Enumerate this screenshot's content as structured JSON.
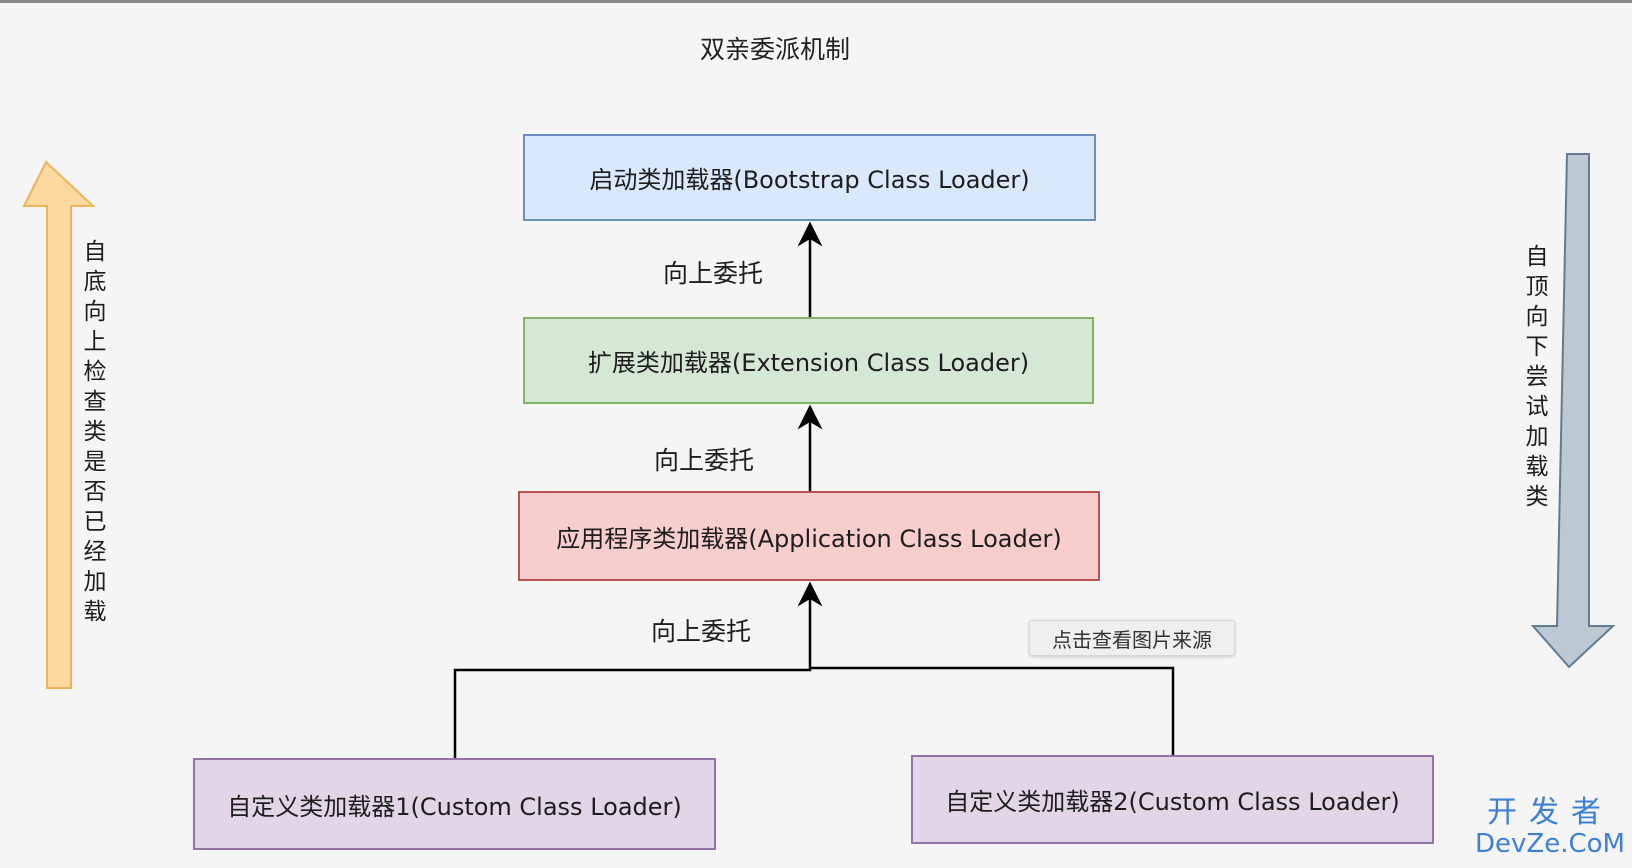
{
  "title": "双亲委派机制",
  "nodes": {
    "bootstrap": "启动类加载器(Bootstrap Class Loader)",
    "extension": "扩展类加载器(Extension Class Loader)",
    "application": "应用程序类加载器(Application Class Loader)",
    "custom1": "自定义类加载器1(Custom Class Loader)",
    "custom2": "自定义类加载器2(Custom Class Loader)"
  },
  "edge_labels": {
    "delegate_1": "向上委托",
    "delegate_2": "向上委托",
    "delegate_3": "向上委托"
  },
  "side_left": {
    "text": "自底向上检查类是否已经加载",
    "arrow_direction": "up",
    "color": "#f7c06f"
  },
  "side_right": {
    "text": "自顶向下尝试加载类",
    "arrow_direction": "down",
    "color": "#b7c4cf"
  },
  "tooltip": "点击查看图片来源",
  "watermark": {
    "cn": "开发者",
    "en": "DevZe.CoM"
  },
  "colors": {
    "bootstrap_fill": "#dae8fc",
    "extension_fill": "#d5e8d4",
    "application_fill": "#f8cecc",
    "custom_fill": "#e1d5e7",
    "watermark": "#3f7fd6"
  }
}
